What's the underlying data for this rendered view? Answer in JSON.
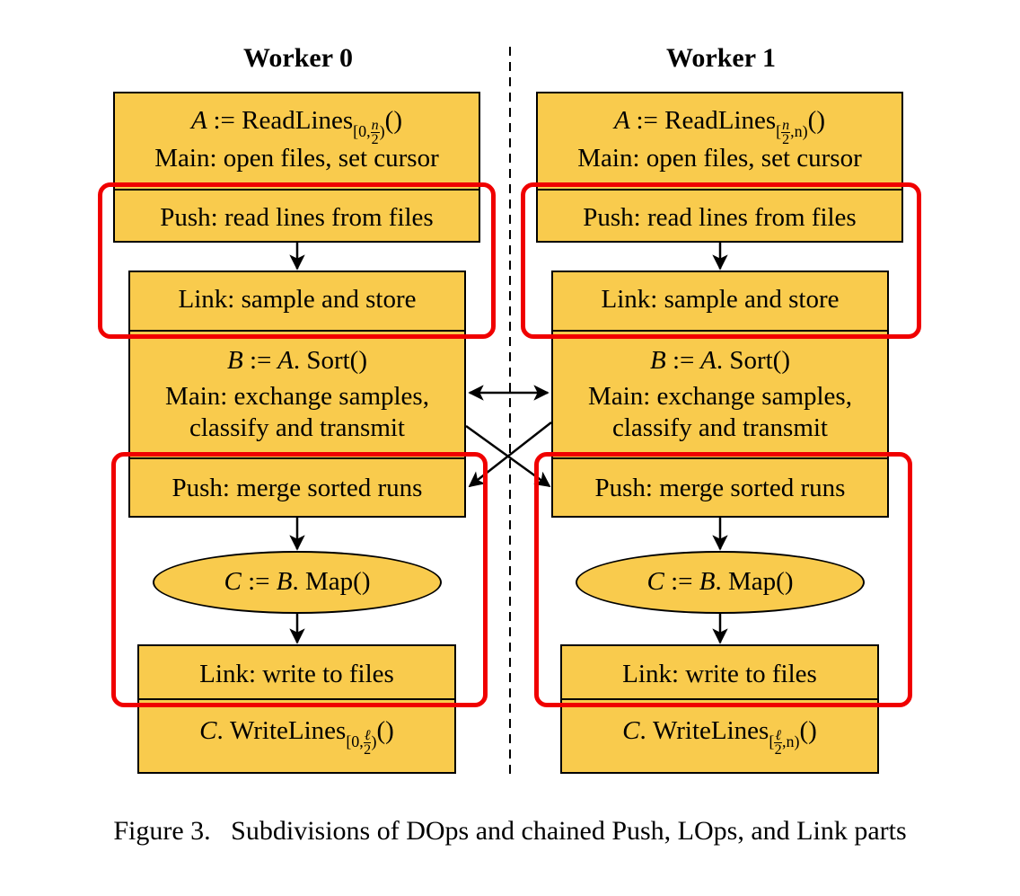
{
  "workers": [
    {
      "title": "Worker 0",
      "readlines": {
        "var": "A",
        "op": "ReadLines",
        "sub_open": "[0,",
        "frac_num": "n",
        "frac_den": "2",
        "sub_close": ")",
        "call": "()"
      },
      "main_open": "Main: open files, set cursor",
      "push_read": "Push: read lines from files",
      "link_sample": "Link: sample and store",
      "sort": {
        "var": "B",
        "src": "A",
        "op": "Sort",
        "call": "()"
      },
      "main_exchange_1": "Main: exchange samples,",
      "main_exchange_2": "classify and transmit",
      "push_merge": "Push: merge sorted runs",
      "map": {
        "var": "C",
        "src": "B",
        "op": "Map",
        "call": "()"
      },
      "link_write": "Link: write to files",
      "writelines": {
        "var": "C",
        "op": "WriteLines",
        "sub_open": "[0,",
        "frac_num": "ℓ",
        "frac_den": "2",
        "sub_close": ")",
        "call": "()"
      }
    },
    {
      "title": "Worker 1",
      "readlines": {
        "var": "A",
        "op": "ReadLines",
        "sub_open": "[",
        "frac_num": "n",
        "frac_den": "2",
        "sub_close": ",n)",
        "call": "()"
      },
      "main_open": "Main: open files, set cursor",
      "push_read": "Push: read lines from files",
      "link_sample": "Link: sample and store",
      "sort": {
        "var": "B",
        "src": "A",
        "op": "Sort",
        "call": "()"
      },
      "main_exchange_1": "Main: exchange samples,",
      "main_exchange_2": "classify and transmit",
      "push_merge": "Push: merge sorted runs",
      "map": {
        "var": "C",
        "src": "B",
        "op": "Map",
        "call": "()"
      },
      "link_write": "Link: write to files",
      "writelines": {
        "var": "C",
        "op": "WriteLines",
        "sub_open": "[",
        "frac_num": "ℓ",
        "frac_den": "2",
        "sub_close": ",n)",
        "call": "()"
      }
    }
  ],
  "assign": ":=",
  "dot": ".",
  "caption": "Figure 3.   Subdivisions of DOps and chained Push, LOps, and Link parts",
  "colors": {
    "box_fill": "#F9CB4D",
    "highlight": "#F00000",
    "stroke": "#000000"
  }
}
